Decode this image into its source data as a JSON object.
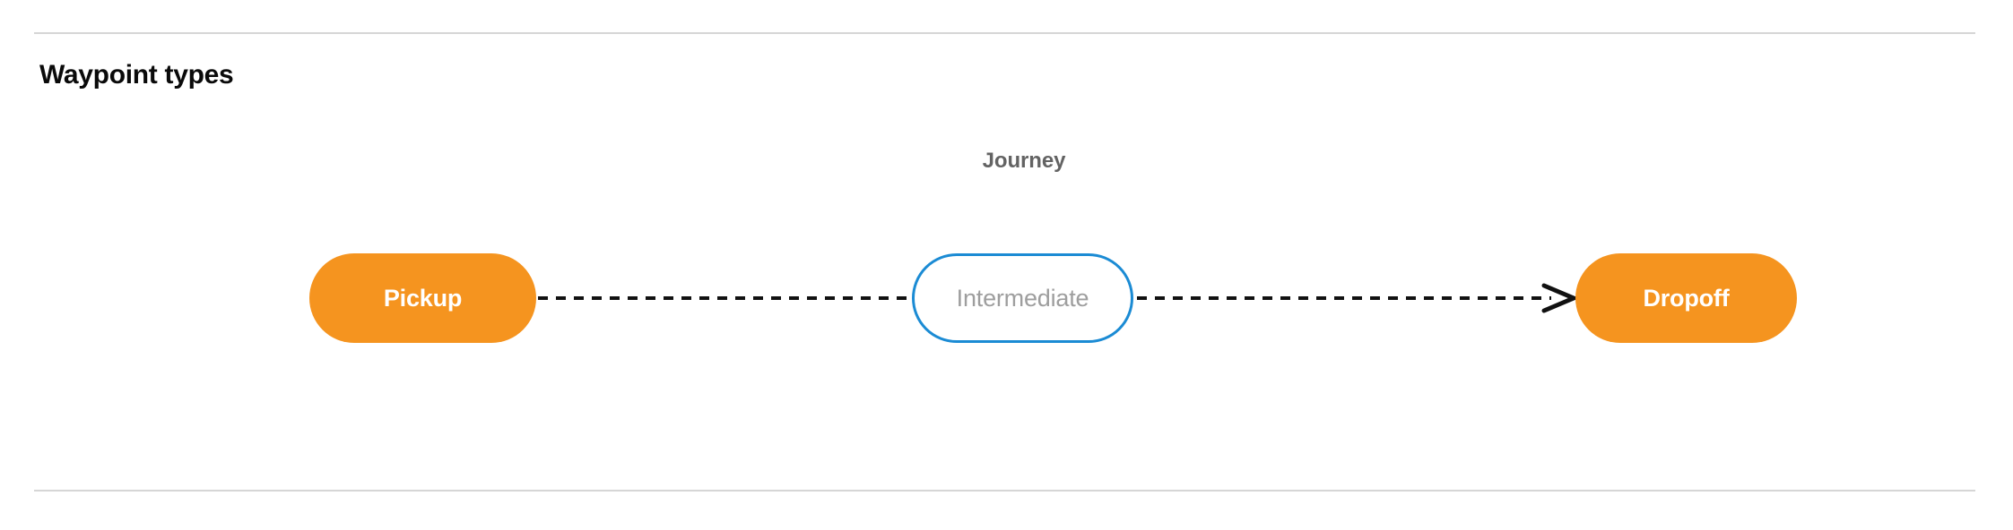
{
  "section": {
    "title": "Waypoint types"
  },
  "diagram": {
    "group_label": "Journey",
    "nodes": [
      {
        "id": "pickup",
        "label": "Pickup",
        "style": "filled",
        "fill": "#f5941f",
        "text_color": "#ffffff"
      },
      {
        "id": "intermediate",
        "label": "Intermediate",
        "style": "outlined",
        "fill": "#ffffff",
        "border_color": "#1b8bd4",
        "text_color": "#9e9e9e"
      },
      {
        "id": "dropoff",
        "label": "Dropoff",
        "style": "filled",
        "fill": "#f5941f",
        "text_color": "#ffffff"
      }
    ],
    "connectors": [
      {
        "from": "pickup",
        "to": "intermediate",
        "line": "dashed",
        "arrowhead": false,
        "color": "#111111"
      },
      {
        "from": "intermediate",
        "to": "dropoff",
        "line": "dashed",
        "arrowhead": true,
        "color": "#111111"
      }
    ]
  },
  "colors": {
    "accent_orange": "#f5941f",
    "accent_blue": "#1b8bd4",
    "muted_text": "#9e9e9e",
    "label_text": "#636363",
    "rule": "#d6d6d6",
    "background": "#ffffff"
  }
}
